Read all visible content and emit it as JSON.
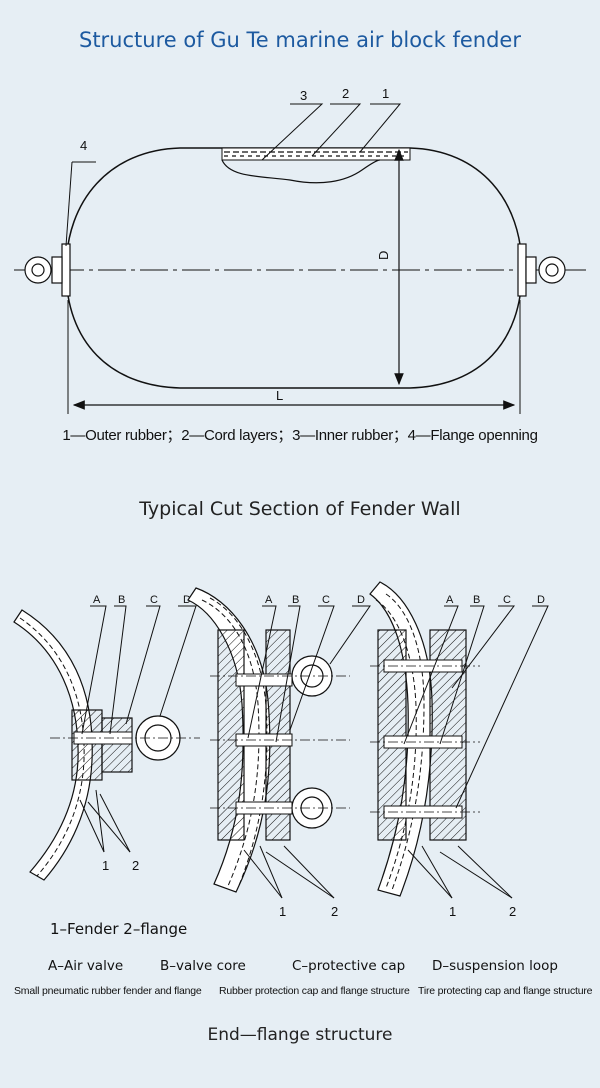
{
  "header": {
    "title": "Structure of Gu Te marine air block fender"
  },
  "fender_diagram": {
    "callouts": [
      "3",
      "2",
      "1",
      "4"
    ],
    "dim_d": "D",
    "dim_l": "L",
    "legend": "1—Outer rubber；2—Cord layers；3—Inner rubber；4—Flange openning"
  },
  "section": {
    "title": "Typical Cut Section of Fender Wall",
    "letters": [
      "A",
      "B",
      "C",
      "D"
    ],
    "numbers": [
      "1",
      "2"
    ],
    "fender_legend": "1–Fender   2–flange",
    "parts": {
      "a": "A–Air valve",
      "b": "B–valve core",
      "c": "C–protective cap",
      "d": "D–suspension loop"
    },
    "captions": {
      "left": "Small pneumatic rubber fender and flange",
      "middle": "Rubber protection cap and flange structure",
      "right": "Tire protecting cap and flange structure"
    }
  },
  "footer": {
    "title": "End—flange structure"
  }
}
